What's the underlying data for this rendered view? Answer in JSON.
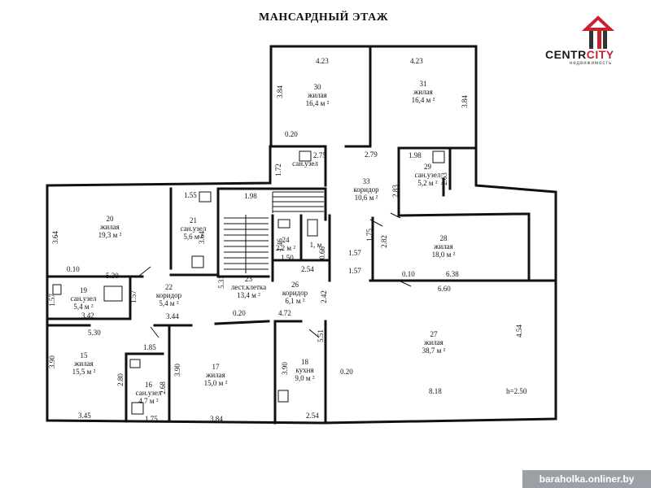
{
  "title": "МАНСАРДНЫЙ ЭТАЖ",
  "logo": {
    "brand_main": "CENTR",
    "brand_accent": "CITY",
    "tagline": "недвижимость",
    "accent_color": "#c8232c"
  },
  "watermark": "baraholka.onliner.by",
  "rooms": [
    {
      "id": "r30",
      "num": "30",
      "name": "жилая",
      "area": "16,4 м ²"
    },
    {
      "id": "r31",
      "num": "31",
      "name": "жилая",
      "area": "16,4 м ²"
    },
    {
      "id": "r32",
      "num": "",
      "name": "сан.узел",
      "area": ""
    },
    {
      "id": "r33",
      "num": "33",
      "name": "коридор",
      "area": "10,6 м ²"
    },
    {
      "id": "r29",
      "num": "29",
      "name": "сан.узел",
      "area": "5,2 м ²"
    },
    {
      "id": "r20",
      "num": "20",
      "name": "жилая",
      "area": "19,3 м ²"
    },
    {
      "id": "r21",
      "num": "21",
      "name": "сан.узел",
      "area": "5,6 м ²"
    },
    {
      "id": "r24",
      "num": "24",
      "name": "",
      "area": "2,2 м ²"
    },
    {
      "id": "r25",
      "num": "",
      "name": "",
      "area": "1, м"
    },
    {
      "id": "r28",
      "num": "28",
      "name": "жилая",
      "area": "18,0 м ²"
    },
    {
      "id": "r19",
      "num": "19",
      "name": "сан.узел",
      "area": "5,4 м ²"
    },
    {
      "id": "r22",
      "num": "22",
      "name": "коридор",
      "area": "5,4 м ²"
    },
    {
      "id": "r23",
      "num": "23",
      "name": "лест.клетка",
      "area": "13,4 м ²"
    },
    {
      "id": "r26",
      "num": "26",
      "name": "коридор",
      "area": "6,1 м ²"
    },
    {
      "id": "r27",
      "num": "27",
      "name": "жилая",
      "area": "38,7 м ²"
    },
    {
      "id": "r15",
      "num": "15",
      "name": "жилая",
      "area": "15,5 м ²"
    },
    {
      "id": "r16",
      "num": "16",
      "name": "сан.узел",
      "area": "4,7 м ²"
    },
    {
      "id": "r17",
      "num": "17",
      "name": "жилая",
      "area": "15,0 м ²"
    },
    {
      "id": "r18",
      "num": "18",
      "name": "кухня",
      "area": "9,0 м ²"
    }
  ],
  "dims": [
    "4.23",
    "4.23",
    "3.84",
    "3.84",
    "0.20",
    "2.79",
    "1.72",
    "2.75",
    "1.98",
    "2.63",
    "2.83",
    "1.55",
    "1.98",
    "3.64",
    "3.64",
    "1.46",
    "1.50",
    "0.66",
    "2.54",
    "1.57",
    "1.75",
    "2.82",
    "1.57",
    "0.10",
    "5.30",
    "0.10",
    "6.38",
    "6.60",
    "1.57",
    "1.57",
    "3.42",
    "5.31",
    "2.42",
    "3.44",
    "0.20",
    "4.72",
    "5.30",
    "5.51",
    "4.54",
    "1.85",
    "3.90",
    "3.90",
    "3.90",
    "2.80",
    "2.68",
    "0.20",
    "8.18",
    "h=2.50",
    "3.45",
    "1.75",
    "3.84",
    "2.54"
  ]
}
